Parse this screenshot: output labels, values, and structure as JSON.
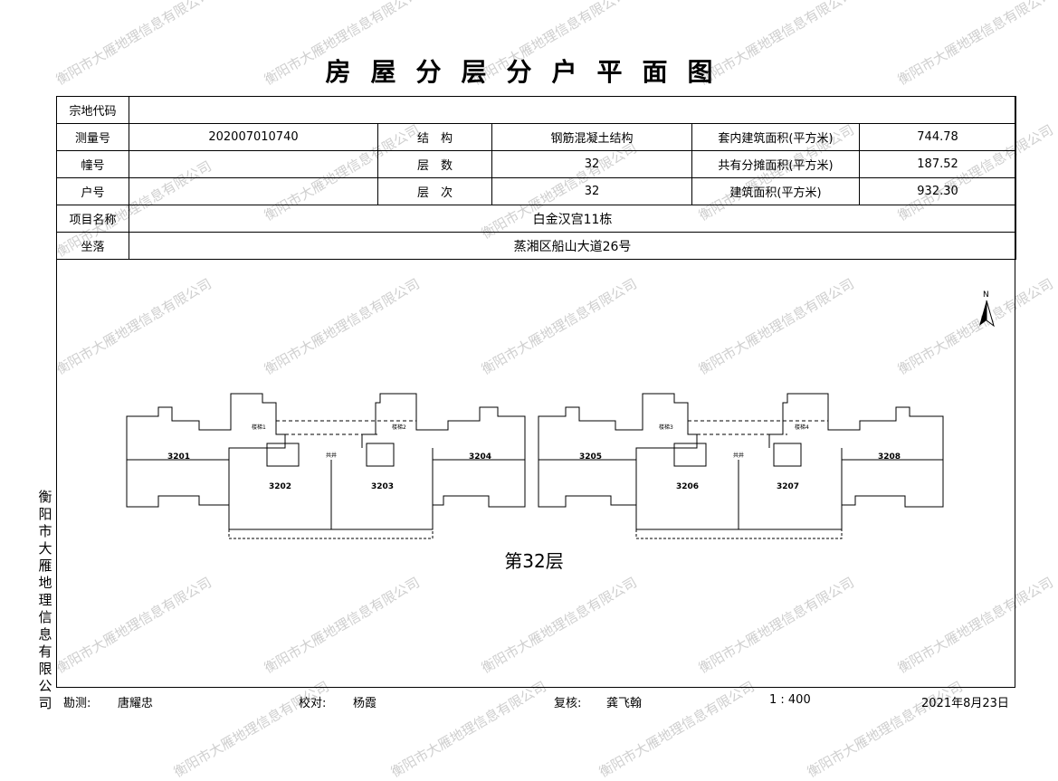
{
  "title": "房屋分层分户平面图",
  "info": {
    "parcel_code_label": "宗地代码",
    "parcel_code": "",
    "survey_no_label": "测量号",
    "survey_no": "202007010740",
    "structure_label": "结　构",
    "structure": "钢筋混凝土结构",
    "inner_area_label": "套内建筑面积(平方米)",
    "inner_area": "744.78",
    "building_no_label": "幢号",
    "building_no": "",
    "floors_label": "层　数",
    "floors": "32",
    "shared_area_label": "共有分摊面积(平方米)",
    "shared_area": "187.52",
    "unit_no_label": "户号",
    "unit_no": "",
    "floor_label": "层　次",
    "floor": "32",
    "build_area_label": "建筑面积(平方米)",
    "build_area": "932.30",
    "project_label": "项目名称",
    "project": "白金汉宫11栋",
    "location_label": "坐落",
    "location": "蒸湘区船山大道26号"
  },
  "units": [
    "3201",
    "3202",
    "3203",
    "3204",
    "3205",
    "3206",
    "3207",
    "3208"
  ],
  "stair_labels": [
    "楼梯1",
    "楼梯2",
    "楼梯3",
    "楼梯4"
  ],
  "shaft_label": "共井",
  "north_label": "N",
  "floor_name": "第32层",
  "company_vertical": "衡阳市大雁地理信息有限公司",
  "watermark": "衡阳市大雁地理信息有限公司",
  "footer": {
    "survey_label": "勘测:",
    "surveyor": "唐耀忠",
    "check_label": "校对:",
    "checker": "杨霞",
    "review_label": "复核:",
    "reviewer": "龚飞翰",
    "scale": "1 : 400",
    "date": "2021年8月23日"
  }
}
